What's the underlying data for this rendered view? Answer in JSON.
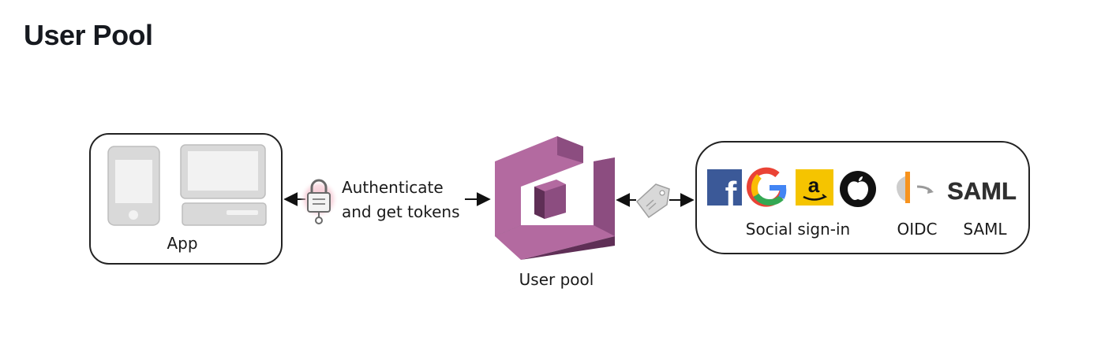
{
  "page": {
    "title": "User Pool"
  },
  "diagram": {
    "app": {
      "label": "App"
    },
    "auth_edge": {
      "line1": "Authenticate",
      "line2": "and get tokens"
    },
    "user_pool": {
      "label": "User pool"
    },
    "providers": {
      "social_label": "Social sign-in",
      "oidc_label": "OIDC",
      "saml_label": "SAML",
      "saml_logo_text": "SAML",
      "amazon_logo_text": "a",
      "facebook_logo_text": "f",
      "google_logo_text": "G"
    },
    "colors": {
      "cognito_light": "#b36aa0",
      "cognito_mid": "#8c4d80",
      "cognito_dark": "#5f2f56",
      "facebook": "#3b5998",
      "amazon": "#f5c400",
      "oidc": "#f7931e"
    }
  }
}
